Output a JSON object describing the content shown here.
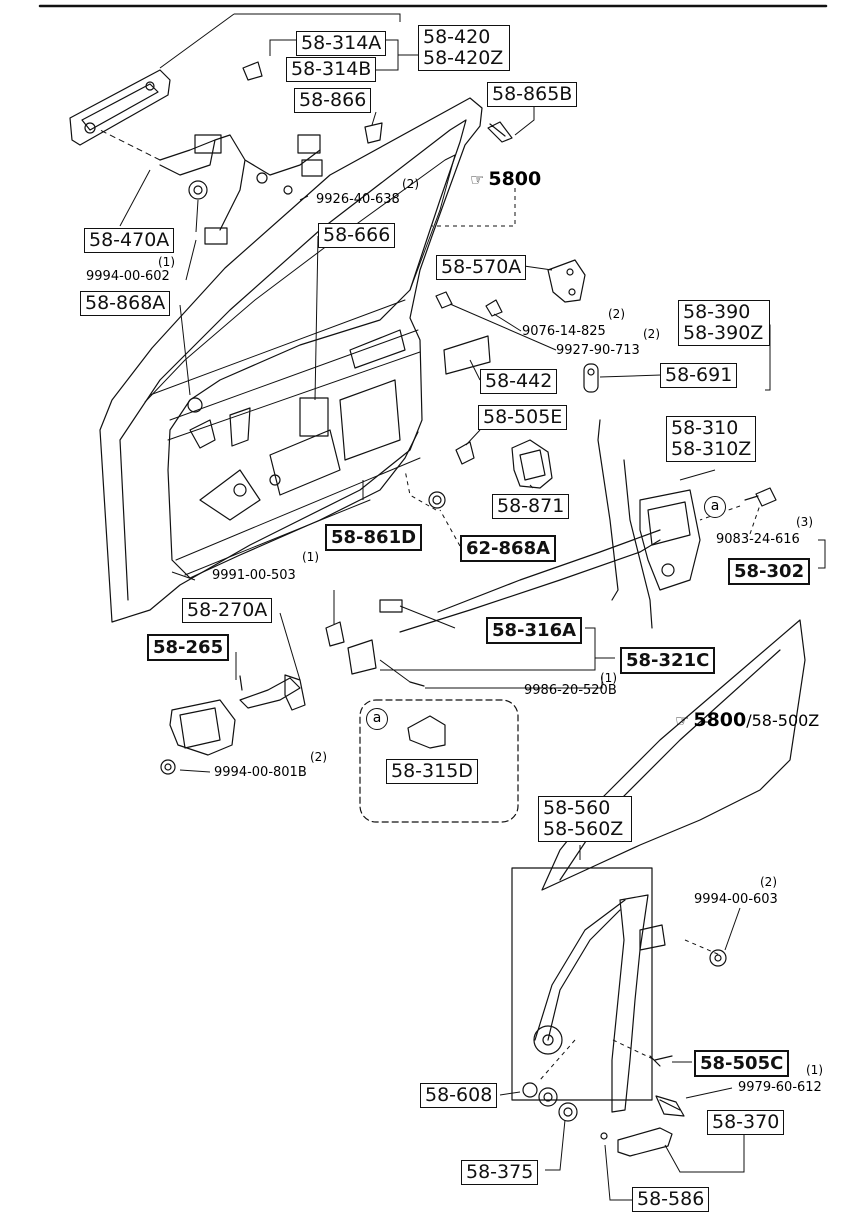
{
  "diagram": {
    "reference_main": "5800",
    "reference_glass": "5800",
    "reference_glass_suffix": "/58-500Z",
    "circle_letter": "a"
  },
  "boxes": {
    "b58_314A": "58-314A",
    "b58_314B": "58-314B",
    "b58_420": "58-420",
    "b58_420Z": "58-420Z",
    "b58_866": "58-866",
    "b58_865B": "58-865B",
    "b58_470A": "58-470A",
    "b58_666": "58-666",
    "b58_570A": "58-570A",
    "b58_868A": "58-868A",
    "b58_390": "58-390",
    "b58_390Z": "58-390Z",
    "b58_442": "58-442",
    "b58_691": "58-691",
    "b58_505E": "58-505E",
    "b58_310": "58-310",
    "b58_310Z": "58-310Z",
    "b58_871": "58-871",
    "b58_861D": "58-861D",
    "b62_868A": "62-868A",
    "b58_302": "58-302",
    "b58_270A": "58-270A",
    "b58_316A": "58-316A",
    "b58_265": "58-265",
    "b58_321C": "58-321C",
    "b58_315D": "58-315D",
    "b58_560": "58-560",
    "b58_560Z": "58-560Z",
    "b58_505C": "58-505C",
    "b58_608": "58-608",
    "b58_370": "58-370",
    "b58_375": "58-375",
    "b58_586": "58-586"
  },
  "numbers": {
    "n9926": "9926-40-638",
    "n9994_602": "9994-00-602",
    "n9076": "9076-14-825",
    "n9927": "9927-90-713",
    "n9083": "9083-24-616",
    "n9991": "9991-00-503",
    "n9986": "9986-20-520B",
    "n9994_801B": "9994-00-801B",
    "n9994_603": "9994-00-603",
    "n9979": "9979-60-612"
  },
  "quantities": {
    "q9926": "(2)",
    "q9994_602": "(1)",
    "q9076": "(2)",
    "q9927": "(2)",
    "q9083": "(3)",
    "q9991": "(1)",
    "q9986": "(1)",
    "q9994_801B": "(2)",
    "q9994_603": "(2)",
    "q9979": "(1)"
  }
}
